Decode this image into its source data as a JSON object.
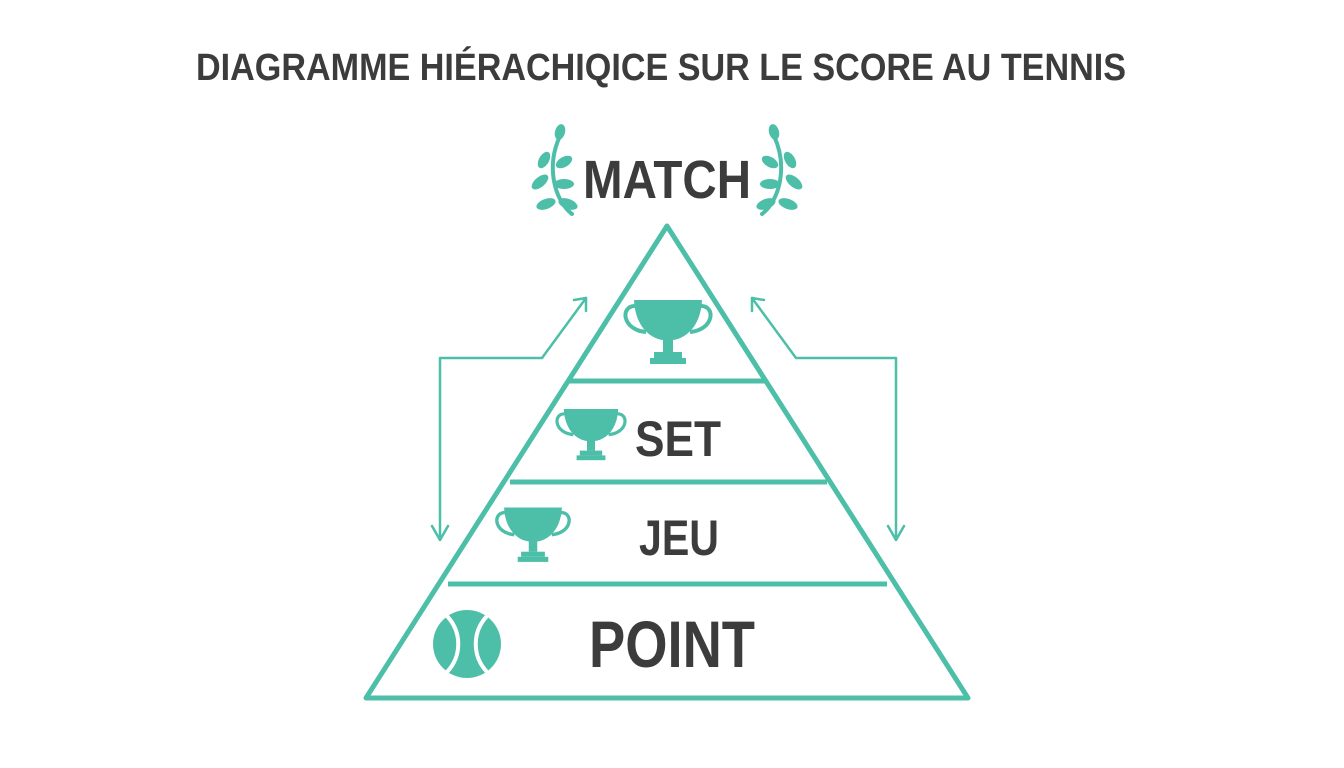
{
  "title": "DIAGRAMME HIÉRACHIQICE SUR LE SCORE AU TENNIS",
  "top_label": "MATCH",
  "levels": [
    {
      "label": "SET",
      "icon": "trophy-icon"
    },
    {
      "label": "JEU",
      "icon": "trophy-icon"
    },
    {
      "label": "POINT",
      "icon": "tennis-ball-icon"
    }
  ],
  "apex_icon": "trophy-icon",
  "colors": {
    "accent": "#4dbfa8",
    "text": "#3c3c3c",
    "background": "#ffffff"
  }
}
